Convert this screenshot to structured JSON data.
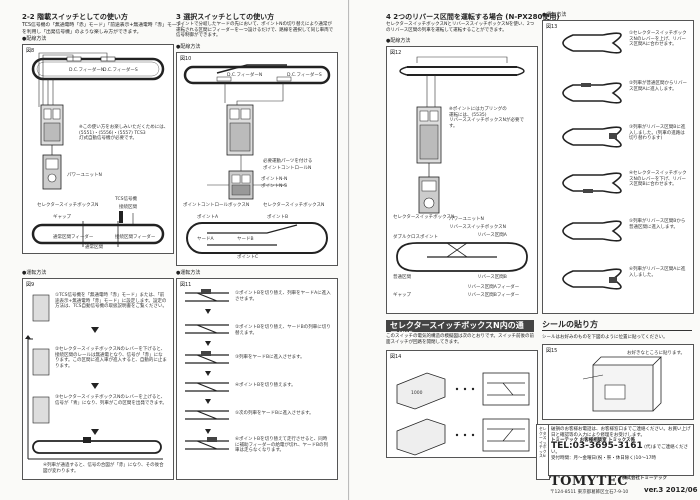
{
  "sec22": {
    "heading": "2-2 階載スイッチとしての使い方",
    "intro": "TCS信号機の「無通電時「赤」モード」「前途表示+無通電時「赤」モード」",
    "intro2": "を利用し「出発信号機」のような楽しみ方ができます。",
    "wiring": "●配線方法",
    "fig": "図8",
    "feeder_d": "D.C.フィーダーN",
    "feeder_c": "D.C.フィーダーS",
    "note": "※この使い方をお楽しみいただくためには、",
    "note2": "(5551)・(5556)・(5557) TCS3",
    "note3": "灯式自動信号機が必要です。",
    "power_unit": "パワーユニットN",
    "selector_box": "セレクタースイッチボックスN",
    "tcs": "TCS信号機",
    "block": "接続区間",
    "gap": "ギャップ",
    "feeder_track": "通常区間フィーダー",
    "feeder_block": "接続区間フィーダー",
    "normal_block": "通常区間",
    "op": "●運転方法",
    "fig9": "図9",
    "s1": "①TCS信号機を「無通電時「赤」モード」または、「前途表示+無通電時「赤」モード」に設定します。設定の方法は、TCS自動信号機の取扱説明書をご覧ください。",
    "s2": "②セレクタースイッチボックスNのレバーを下げると、接続区間のレールは無通電となり、信号が「赤」になります。この区間に進入車が進入すると、自動的に止まります。",
    "s3": "③セレクタースイッチボックスNのレバーを上げると、信号が「青」になり、列車がこの区間を出発できます。",
    "s4": "④列車が通過すると、信号の合図が「赤」になり、その後合図が変わります。"
  },
  "sec3": {
    "heading": "3 選択スイッチとしての使い方",
    "intro": "ポイントで分岐したヤードの先において、ポイントNの切り替えにより通常が運転される区間にフィーダーを一つ設けるだけで、路線を選択して同じ車両で信号制御ができます。",
    "wiring": "●配線方法",
    "fig": "図10",
    "feeder_a": "D.C.フィーダーN",
    "feeder_b": "D.C.フィーダーS",
    "label1": "必要運動パーツを付ける",
    "label2": "ポイントコントロールN",
    "pt_n": "ポイントN-N",
    "pt_s": "ポイントN-S",
    "pt_ctrl": "ポイントコントロールボックスN",
    "selector": "セレクタースイッチボックスN",
    "pt_a": "ポイントA",
    "pt_b": "ポイントB",
    "pt_c": "ポイントC",
    "yard_a": "ヤードA",
    "yard_b": "ヤードB",
    "op": "●運転方法",
    "fig11": "図11",
    "s1": "①ポイントBを切り替え、列車をヤードAに進入させます。",
    "s2": "②ポイントBを切り替え、ヤードBの列車に切り替えます。",
    "s3": "③列車をヤードBに進入させます。",
    "s4": "④ポイントBを切り替えます。",
    "s5": "⑤次の列車をヤードBに進入させます。",
    "s6": "⑥ポイントBを切り替えて走行させると、同時に補助フィーダーの給電が切れ、ヤードBの列車は走らなくなります。"
  },
  "sec4": {
    "heading": "4 2つのリバース区間を運転する場合 (N-PX280使用)",
    "intro": "セレクタースイッチボックスNとリバーススイッチボックスNを使い、2つのリバース区間の列車を運転して運転することができます。",
    "wiring": "●配線方法",
    "fig": "図12",
    "note": "※ポイントにはカプリングの",
    "note2": "運転には、(5535)",
    "note3": "リバーススイッチボックスNが必要です。",
    "power_unit": "パワーユニットN",
    "selector": "セレクタースイッチボックスN",
    "reverse": "リバーススイッチボックスN",
    "double_cross": "ダブルクロスポイント",
    "reverse_a": "リバース区間A",
    "reverse_b": "リバース区間B",
    "feeder_a": "リバース区間Aフィーダー",
    "feeder_b": "リバース区間Bフィーダー",
    "normal": "普通区間",
    "gap": "ギャップ"
  },
  "op4": {
    "heading": "●運転方法",
    "fig": "図13",
    "s1": "①セレクタースイッチボックスNのレバーを上げ、リバース区間Aに合わせます。",
    "s2": "②列車が普通区間からリバース区間Aに進入します。",
    "s3": "③列車がリバース区間Bに進入しました。(列車の進路は切り替わります)",
    "s4": "④セレクタースイッチボックスNのレバーを下げ、リバース区間Bに合わせます。",
    "s5": "⑤列車がリバース区間Bから普通区間に進入します。",
    "s6": "⑥列車がリバース区間Aに進入しました。"
  },
  "wiring_section": {
    "title": "セレクタースイッチボックスN内の通電構造",
    "text": "このスイッチの電気的構造の模擬図は次のとおりです。スイッチ前後の前面スイッチが回路を開閉してきます。",
    "fig": "図14",
    "label": "1000"
  },
  "sticker_section": {
    "title": "シールの貼り方",
    "text": "シールはお好みのものを下図のように位置に貼ってください。",
    "fig": "図15",
    "hint": "お好きなところに貼ります。"
  },
  "footer": {
    "side_note": "セレクタースイッチボックスN",
    "contact": "破損のお客様お電話は、お客様窓口までご連絡ください。お買い上げ日と確認等の入力により修理をお受けします。",
    "center": "トミーテック お客様相談室 トミックス係",
    "tel": "TEL:03-3695-3161",
    "tel_note": "(代)までご連絡ください。",
    "hours": "受付時間：月〜金曜日(祝・祭・休日除く)10〜17時",
    "logo": "TOMYTEC",
    "maker": "株式会社トミーテック",
    "address": "〒124-8511 東京都葛飾区立石7-9-10",
    "version": "ver.3",
    "date": "2012/06"
  }
}
